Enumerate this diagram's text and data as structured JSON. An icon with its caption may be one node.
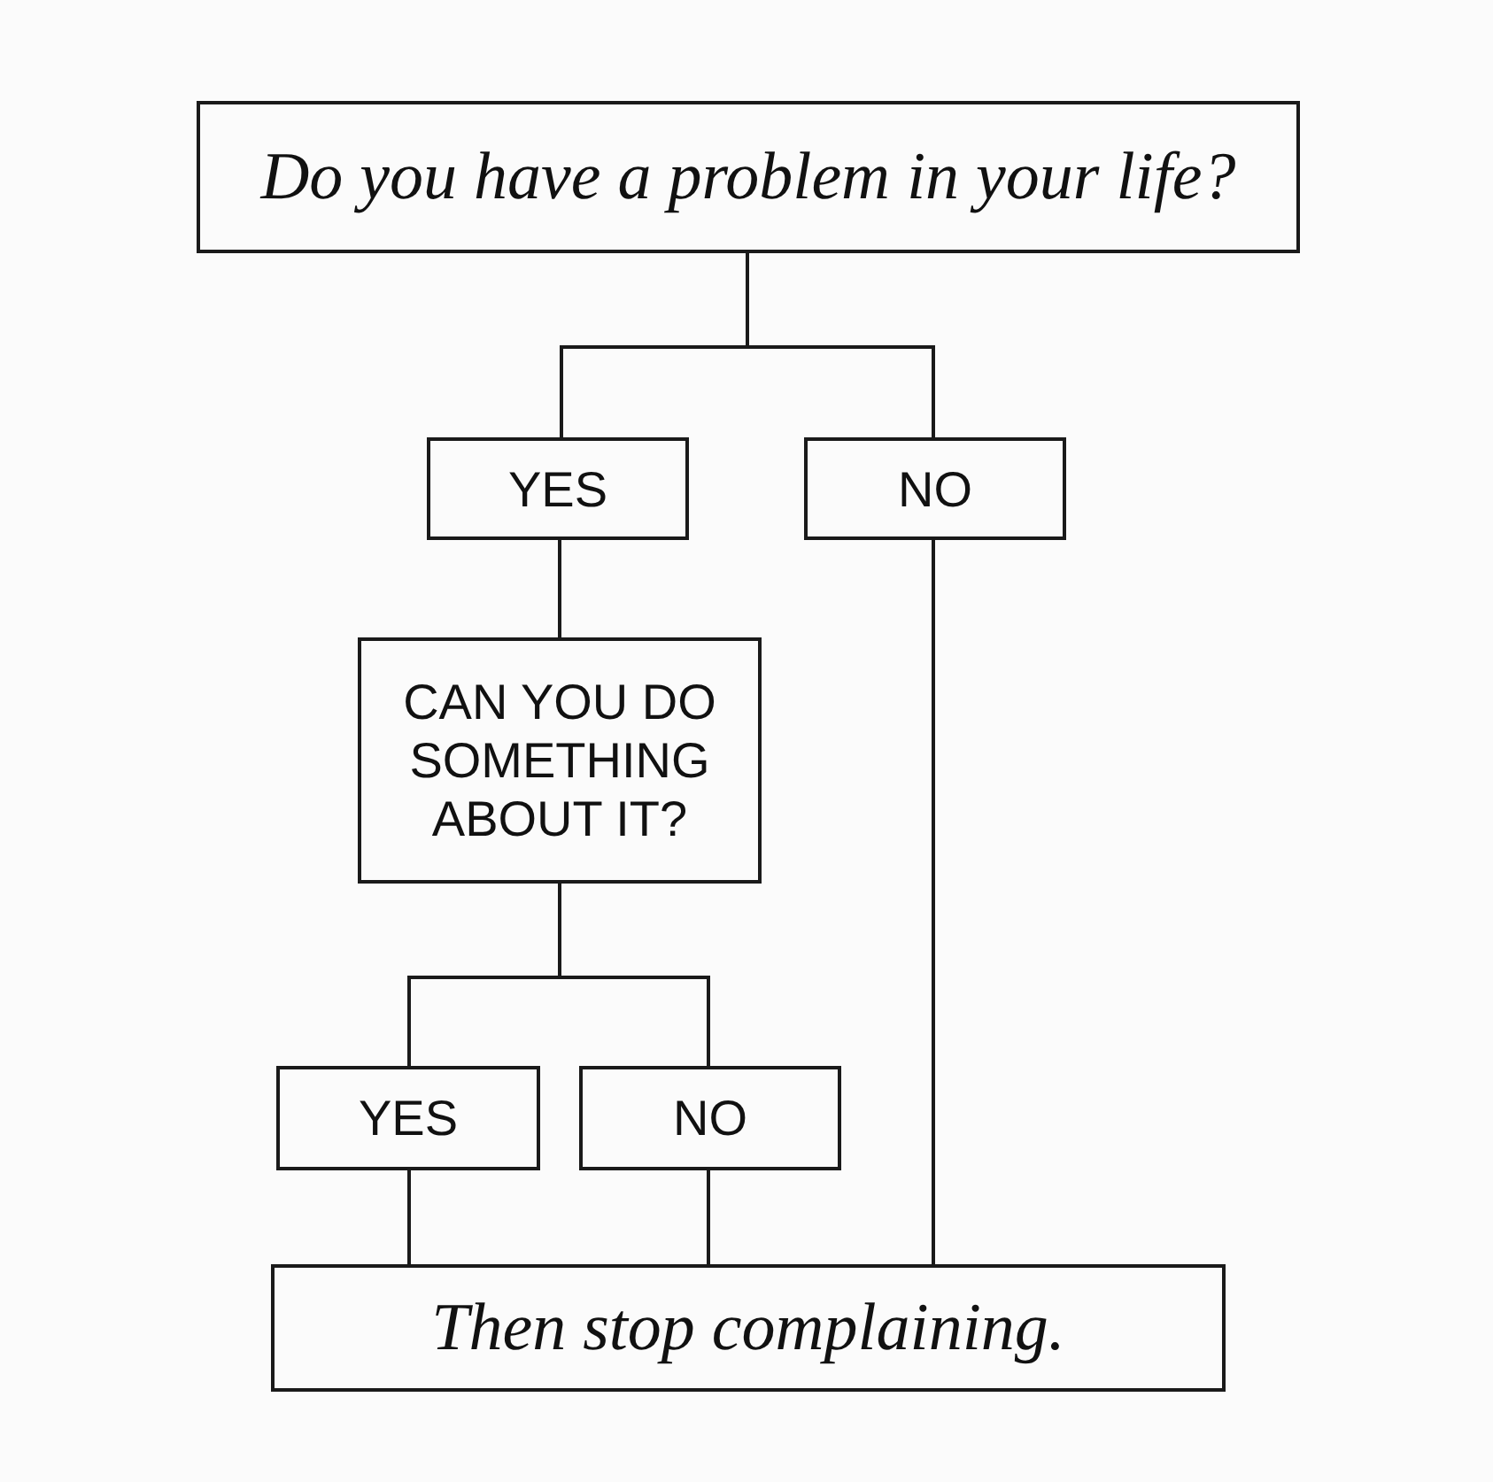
{
  "diagram": {
    "nodes": [
      {
        "text": [
          "Do you have a problem in your life?"
        ]
      },
      {
        "text": [
          "YES"
        ]
      },
      {
        "text": [
          "NO"
        ]
      },
      {
        "text": [
          "CAN YOU DO SOMETHING ABOUT IT?"
        ]
      },
      {
        "text": [
          "YES"
        ]
      },
      {
        "text": [
          "NO"
        ]
      },
      {
        "text": [
          "Then stop complaining."
        ]
      }
    ],
    "edges": [
      {
        "from": 0,
        "to": 1,
        "arrow": "none"
      },
      {
        "from": 0,
        "to": 2,
        "arrow": "none"
      },
      {
        "from": 1,
        "to": 3,
        "arrow": "none"
      },
      {
        "from": 3,
        "to": 4,
        "arrow": "none"
      },
      {
        "from": 3,
        "to": 5,
        "arrow": "none"
      },
      {
        "from": 4,
        "to": 6,
        "arrow": "none"
      },
      {
        "from": 5,
        "to": 6,
        "arrow": "none"
      },
      {
        "from": 2,
        "to": 6,
        "arrow": "none"
      }
    ]
  }
}
